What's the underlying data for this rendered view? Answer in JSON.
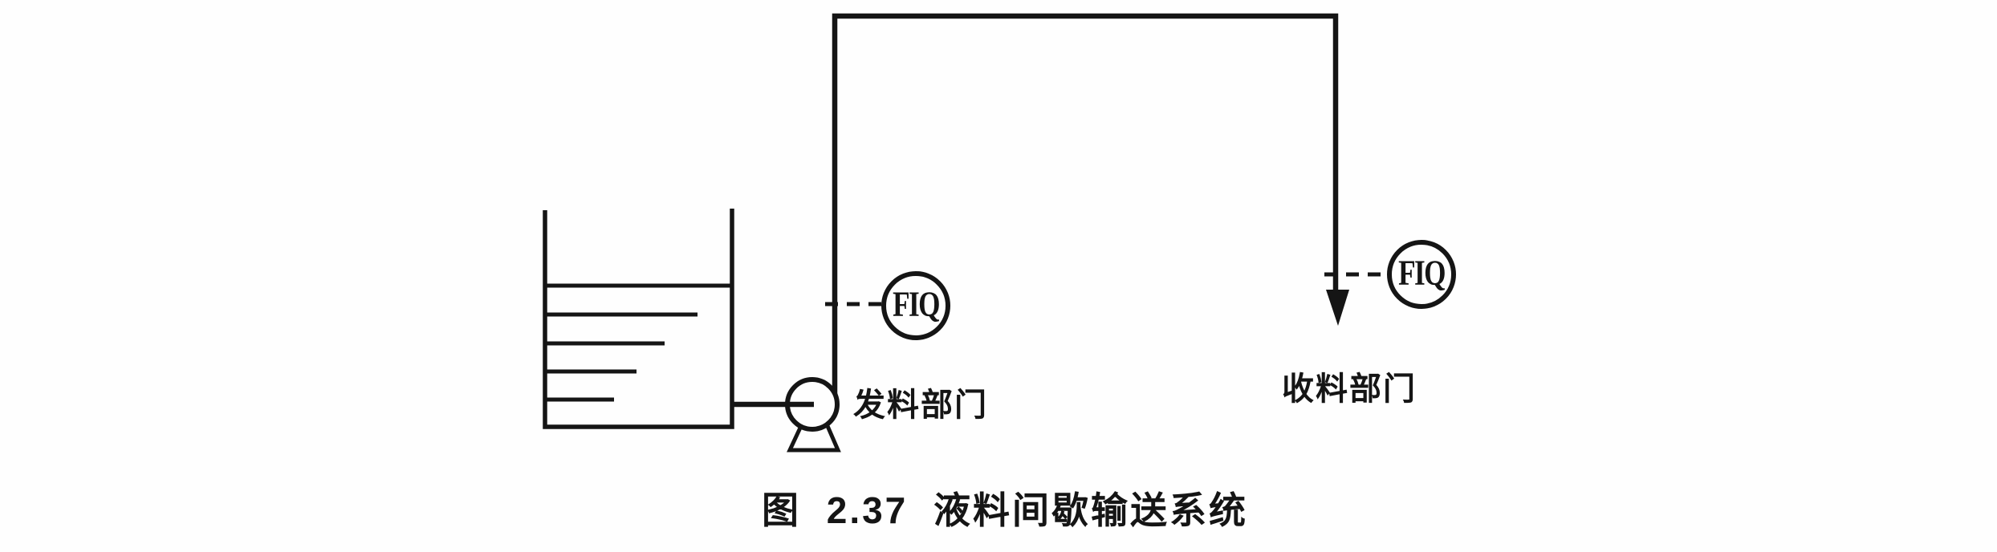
{
  "figure": {
    "caption": "图 2.37 液料间歇输送系统",
    "labels": {
      "sender": "发料部门",
      "receiver": "收料部门"
    },
    "instruments": {
      "supply_flow_meter": "FIQ",
      "receive_flow_meter": "FIQ"
    },
    "colors": {
      "line": "#151515",
      "background": "#fefefe"
    }
  }
}
